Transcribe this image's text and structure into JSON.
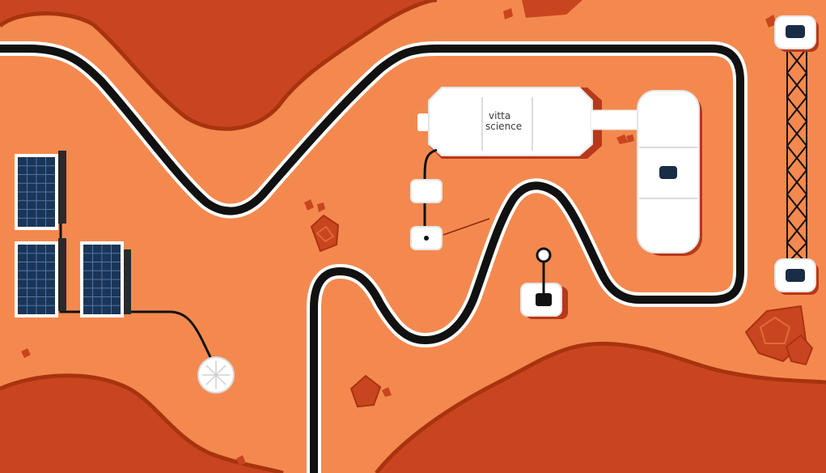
{
  "scene": {
    "type": "mars-rover-track-map",
    "colors": {
      "ground": "#f4894f",
      "terrain_dark": "#c9451f",
      "terrain_shadow": "#a8340f",
      "track_outline": "#ffffff",
      "track": "#111111",
      "module_fill": "#ffffff",
      "module_shadow": "#b8381a",
      "panel_blue": "#1b3557",
      "window_navy": "#1a2d47",
      "logo_accent": "#2bb3a3"
    },
    "icons": [
      "solar-panel-icon",
      "satellite-dish-icon",
      "radio-tower-icon",
      "rock-icon"
    ],
    "logo": {
      "line1": "vitta",
      "line2": "science"
    }
  }
}
